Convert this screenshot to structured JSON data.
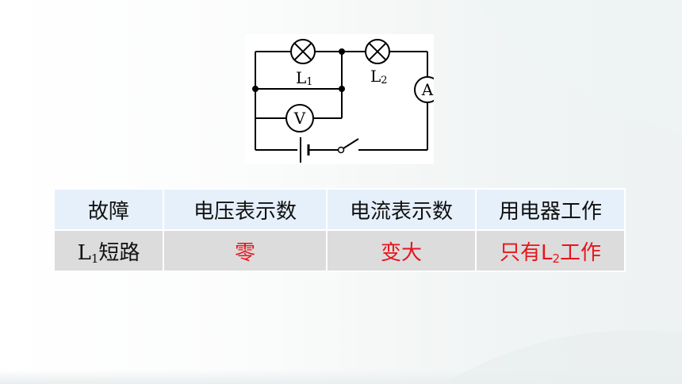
{
  "circuit": {
    "lamp1_label": "L",
    "lamp1_sub": "1",
    "lamp2_label": "L",
    "lamp2_sub": "2",
    "voltmeter_label": "V",
    "ammeter_label": "A"
  },
  "table": {
    "headers": [
      "故障",
      "电压表示数",
      "电流表示数",
      "用电器工作"
    ],
    "row": {
      "fault_prefix": "L",
      "fault_sub": "1",
      "fault_suffix": "短路",
      "voltage": "零",
      "current": "变大",
      "work_prefix": "只有L",
      "work_sub": "2",
      "work_suffix": "工作"
    }
  },
  "colors": {
    "answer": "#e8141c",
    "header_bg": "#e6f0fb",
    "row_bg": "#dcdcdc"
  }
}
